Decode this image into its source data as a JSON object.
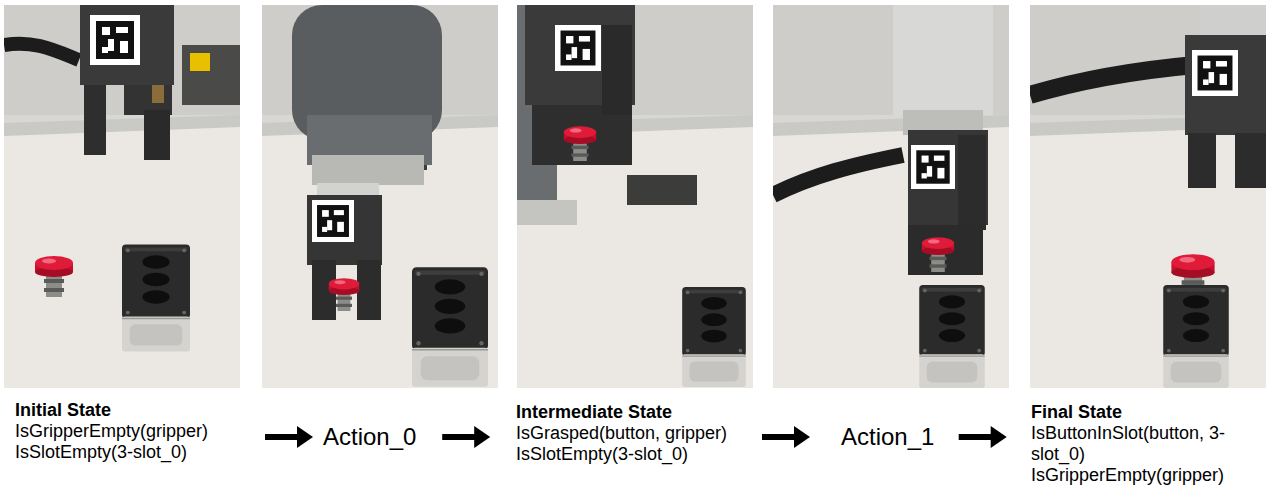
{
  "diagram": {
    "nodes": [
      {
        "text": [
          "Initial State",
          "IsGripperEmpty(gripper)",
          "IsSlotEmpty(3-slot_0)"
        ]
      },
      {
        "text": [
          "Action_0"
        ]
      },
      {
        "text": [
          "Intermediate State",
          "IsGrasped(button, gripper)",
          "IsSlotEmpty(3-slot_0)"
        ]
      },
      {
        "text": [
          "Action_1"
        ]
      },
      {
        "text": [
          "Final State",
          "IsButtonInSlot(button, 3-slot_0)",
          "IsGripperEmpty(gripper)"
        ]
      }
    ],
    "edges": [
      {
        "from": 0,
        "to": 1,
        "arrow": "to"
      },
      {
        "from": 1,
        "to": 2,
        "arrow": "to"
      },
      {
        "from": 2,
        "to": 3,
        "arrow": "to"
      },
      {
        "from": 3,
        "to": 4,
        "arrow": "to"
      }
    ]
  }
}
